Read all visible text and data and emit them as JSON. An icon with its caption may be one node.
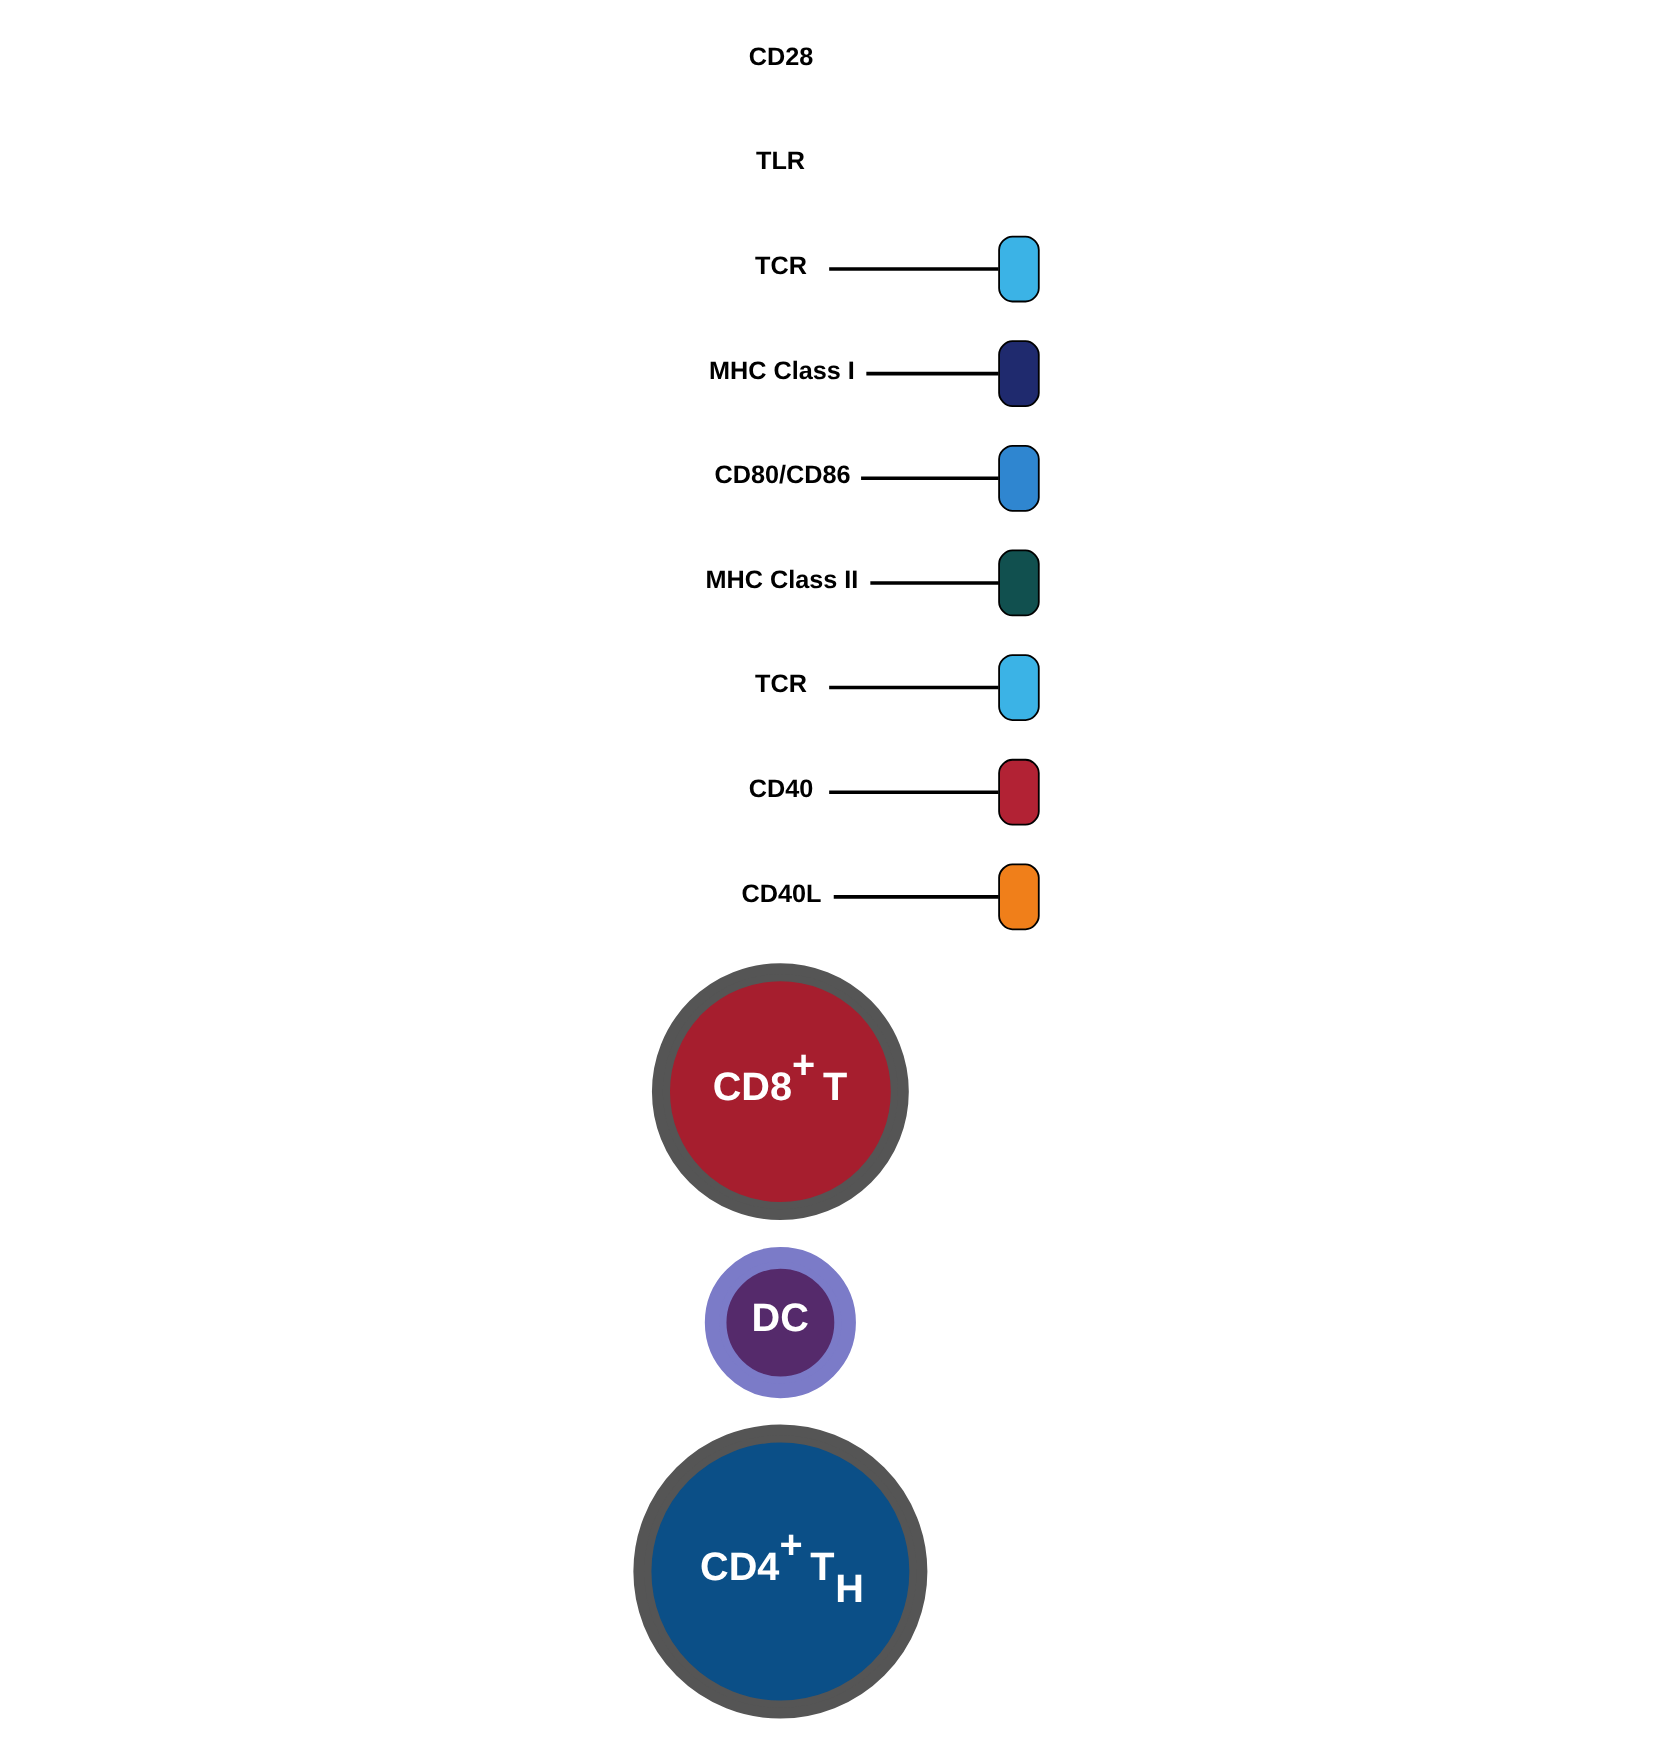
{
  "diagram": {
    "nodes": [
      {
        "text": [
          "CD4$^{+}$ T$_{H}$"
        ]
      },
      {
        "text": [
          "DC"
        ]
      },
      {
        "text": [
          "CD8$^{+}$ T"
        ]
      },
      {
        "text": [
          "CD40L"
        ]
      },
      {
        "text": [],
        "shape": "box"
      },
      {
        "text": [
          "CD40"
        ]
      },
      {
        "text": [],
        "shape": "box"
      },
      {
        "text": [
          "TCR"
        ]
      },
      {
        "text": [],
        "shape": "box"
      },
      {
        "text": [
          "MHC Class II"
        ]
      },
      {
        "text": [],
        "shape": "box"
      },
      {
        "text": [
          "CD80/CD86"
        ]
      },
      {
        "text": [],
        "shape": "box"
      },
      {
        "text": [
          "MHC Class I"
        ]
      },
      {
        "text": [],
        "shape": "box"
      },
      {
        "text": [
          "TCR"
        ]
      },
      {
        "text": [],
        "shape": "box"
      }
    ],
    "edges": [
      {
        "from": 3,
        "to": 4,
        "arrow": "none"
      },
      {
        "from": 5,
        "to": 6,
        "arrow": "none"
      },
      {
        "from": 7,
        "to": 8,
        "arrow": "none"
      },
      {
        "from": 9,
        "to": 10,
        "arrow": "none"
      },
      {
        "from": 11,
        "to": 12,
        "arrow": "none"
      },
      {
        "from": 13,
        "to": 14,
        "arrow": "none"
      },
      {
        "from": 15,
        "to": 16,
        "arrow": "none"
      }
    ],
    "labels": [
      "TLR",
      "CD28"
    ]
  }
}
